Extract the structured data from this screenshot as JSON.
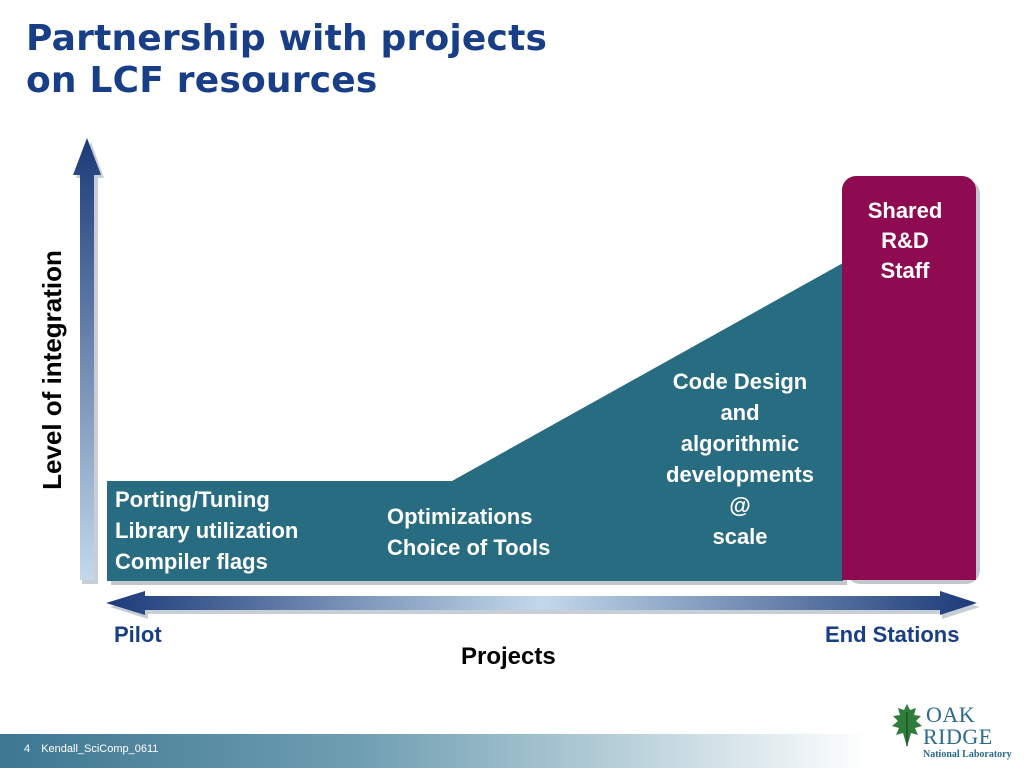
{
  "slide": {
    "title_line1": "Partnership with projects",
    "title_line2": "on LCF resources"
  },
  "diagram": {
    "y_axis_label": "Level of integration",
    "x_axis_label": "Projects",
    "x_axis_left_label": "Pilot",
    "x_axis_right_label": "End Stations",
    "region_low": [
      "Porting/Tuning",
      "Library utilization",
      "Compiler flags"
    ],
    "region_mid": [
      "Optimizations",
      "Choice of Tools"
    ],
    "region_slope": [
      "Code Design",
      "and",
      "algorithmic",
      "developments",
      "@",
      "scale"
    ],
    "region_top": [
      "Shared",
      "R&D",
      "Staff"
    ],
    "colors": {
      "title": "#173e86",
      "teal_area": "#276c80",
      "staff_bar": "#8e0b52",
      "axis_arrow_dark": "#1b3a78",
      "axis_arrow_light": "#b9d1e6"
    }
  },
  "footer": {
    "page_number": "4",
    "doc_id": "Kendall_SciComp_0611",
    "logo_line1": "OAK",
    "logo_line2": "RIDGE",
    "logo_sub": "National Laboratory"
  }
}
